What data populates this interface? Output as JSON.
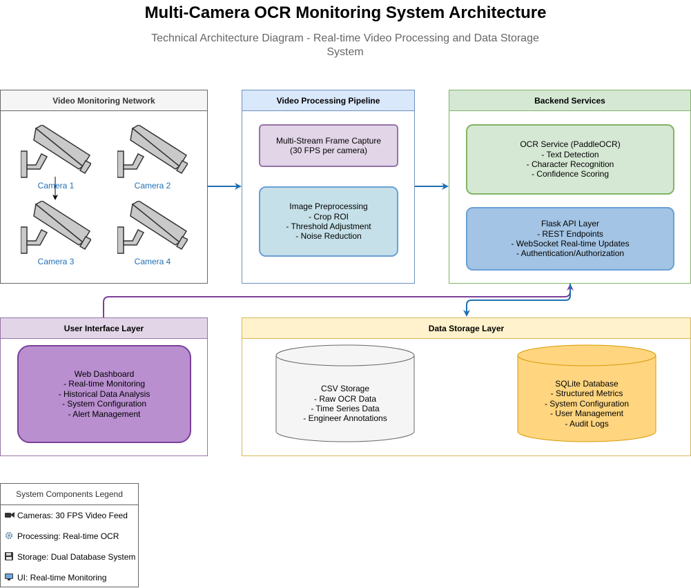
{
  "title": "Multi-Camera OCR Monitoring System Architecture",
  "subtitle": "Technical Architecture Diagram - Real-time Video Processing and Data Storage System",
  "video_network": {
    "title": "Video Monitoring Network",
    "cameras": [
      "Camera 1",
      "Camera 2",
      "Camera 3",
      "Camera 4"
    ]
  },
  "pipeline": {
    "title": "Video Processing Pipeline",
    "capture": {
      "line1": "Multi-Stream Frame Capture",
      "line2": "(30 FPS per camera)"
    },
    "preprocess": {
      "line1": "Image Preprocessing",
      "line2": "- Crop ROI",
      "line3": "- Threshold Adjustment",
      "line4": "- Noise Reduction"
    }
  },
  "backend": {
    "title": "Backend Services",
    "ocr": {
      "line1": "OCR Service (PaddleOCR)",
      "line2": "- Text Detection",
      "line3": "- Character Recognition",
      "line4": "- Confidence Scoring"
    },
    "api": {
      "line1": "Flask API Layer",
      "line2": "- REST Endpoints",
      "line3": "- WebSocket Real-time Updates",
      "line4": "- Authentication/Authorization"
    }
  },
  "ui_layer": {
    "title": "User Interface Layer",
    "dashboard": {
      "line1": "Web Dashboard",
      "line2": "- Real-time Monitoring",
      "line3": "- Historical Data Analysis",
      "line4": "- System Configuration",
      "line5": "- Alert Management"
    }
  },
  "storage": {
    "title": "Data Storage Layer",
    "csv": {
      "line1": "CSV Storage",
      "line2": "- Raw OCR Data",
      "line3": "- Time Series Data",
      "line4": "- Engineer Annotations"
    },
    "sqlite": {
      "line1": "SQLite Database",
      "line2": "- Structured Metrics",
      "line3": "- System Configuration",
      "line4": "- User Management",
      "line5": "- Audit Logs"
    }
  },
  "legend": {
    "title": "System Components Legend",
    "items": [
      {
        "icon": "camera-icon",
        "label": "Cameras: 30 FPS Video Feed"
      },
      {
        "icon": "gear-icon",
        "label": "Processing: Real-time OCR"
      },
      {
        "icon": "floppy-disk-icon",
        "label": "Storage: Dual Database System"
      },
      {
        "icon": "monitor-icon",
        "label": "UI: Real-time Monitoring"
      }
    ]
  },
  "colors": {
    "arrow_blue": "#1f6fb5",
    "arrow_purple": "#7b3f98",
    "pipeline_fill": "#dae8fc",
    "backend_fill": "#d5e8d4",
    "ui_fill": "#e1d5e7",
    "storage_fill": "#fff2cc"
  }
}
